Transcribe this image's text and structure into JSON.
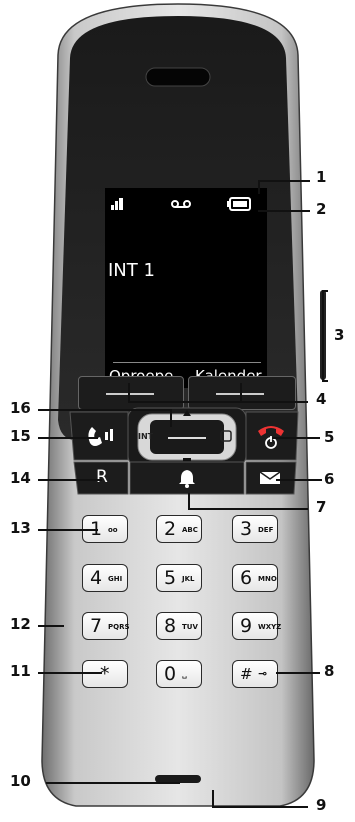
{
  "screen": {
    "display_text": "INT 1",
    "softkey_left": "Oproepe",
    "softkey_right": "Kalender"
  },
  "keys": [
    {
      "digit": "1",
      "sub": "οο"
    },
    {
      "digit": "2",
      "sub": "ABC"
    },
    {
      "digit": "3",
      "sub": "DEF"
    },
    {
      "digit": "4",
      "sub": "GHI"
    },
    {
      "digit": "5",
      "sub": "JKL"
    },
    {
      "digit": "6",
      "sub": "MNO"
    },
    {
      "digit": "7",
      "sub": "PQRS"
    },
    {
      "digit": "8",
      "sub": "TUV"
    },
    {
      "digit": "9",
      "sub": "WXYZ"
    },
    {
      "digit": "*",
      "sub": ""
    },
    {
      "digit": "0",
      "sub": "␣"
    },
    {
      "digit": "#",
      "sub": "⊸"
    }
  ],
  "buttons": {
    "r_label": "R",
    "int_label": "INT"
  },
  "callouts": [
    "1",
    "2",
    "3",
    "4",
    "5",
    "6",
    "7",
    "8",
    "9",
    "10",
    "11",
    "12",
    "13",
    "14",
    "15",
    "16"
  ]
}
